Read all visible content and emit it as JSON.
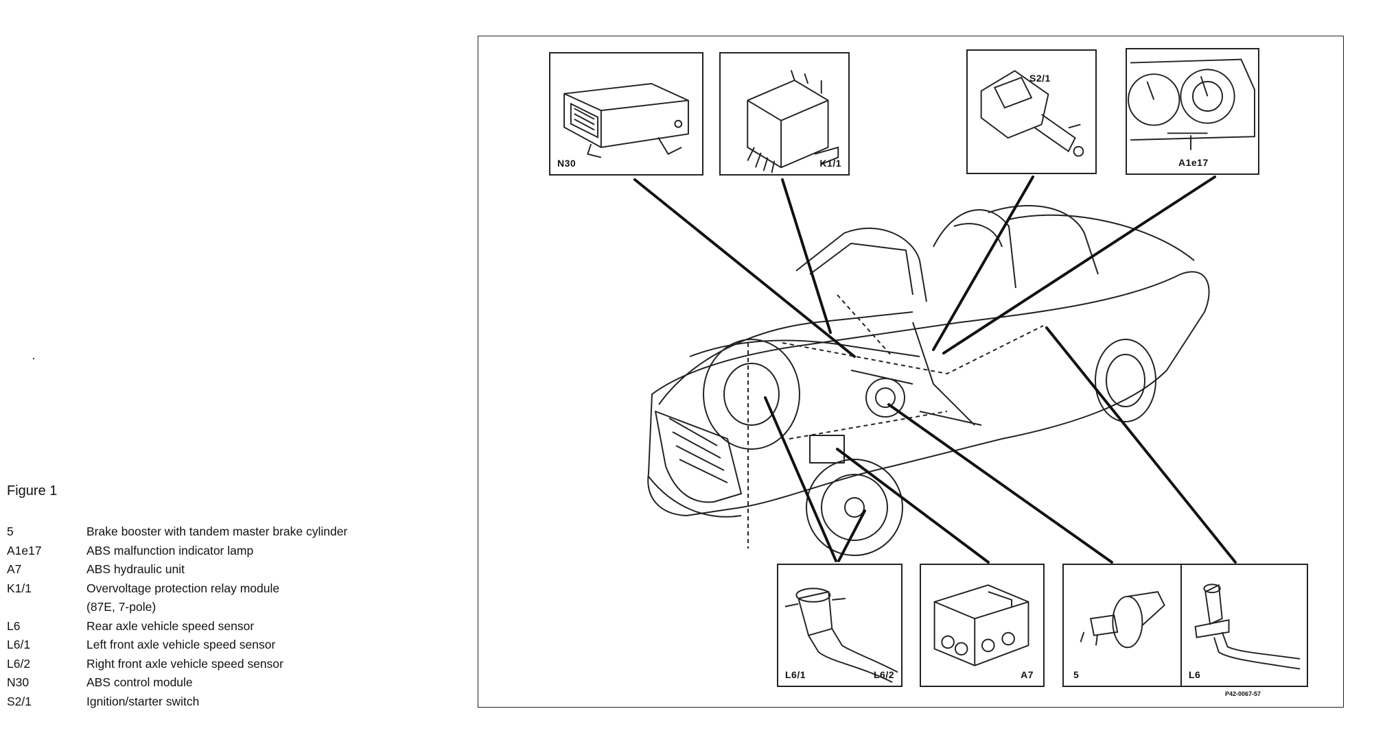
{
  "legend": {
    "title": "Figure 1",
    "items": [
      {
        "code": "5",
        "desc": "Brake booster with tandem master brake cylinder"
      },
      {
        "code": "A1e17",
        "desc": "ABS malfunction indicator lamp"
      },
      {
        "code": "A7",
        "desc": "ABS hydraulic unit"
      },
      {
        "code": "K1/1",
        "desc": "Overvoltage protection relay module"
      },
      {
        "code": "",
        "desc": "(87E, 7-pole)"
      },
      {
        "code": "L6",
        "desc": "Rear axle vehicle speed sensor"
      },
      {
        "code": "L6/1",
        "desc": "Left front axle vehicle speed sensor"
      },
      {
        "code": "L6/2",
        "desc": "Right front axle vehicle speed sensor"
      },
      {
        "code": "N30",
        "desc": "ABS control module"
      },
      {
        "code": "S2/1",
        "desc": "Ignition/starter switch"
      }
    ]
  },
  "callouts": {
    "n30": "N30",
    "k11": "K1/1",
    "s21": "S2/1",
    "a1e17": "A1e17",
    "l61": "L6/1",
    "l62": "L6/2",
    "a7": "A7",
    "five": "5",
    "l6": "L6"
  },
  "part_code": "P42-0067-57",
  "colors": {
    "ink": "#222222",
    "paper": "#ffffff"
  }
}
